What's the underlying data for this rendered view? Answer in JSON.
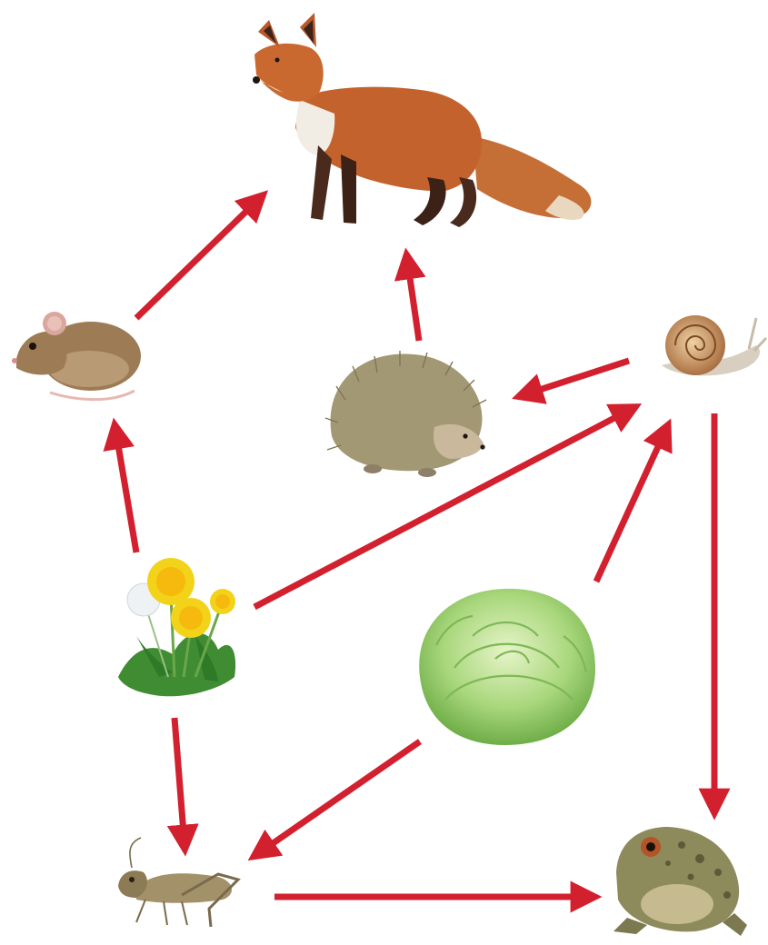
{
  "food_web": {
    "arrow_color": "#d3202f",
    "organisms": [
      {
        "id": "fox",
        "icon": "fox-illustration",
        "color": "#c0602e"
      },
      {
        "id": "mouse",
        "icon": "mouse-illustration",
        "color": "#9a7a52"
      },
      {
        "id": "hedgehog",
        "icon": "hedgehog-illustration",
        "color": "#a59a78"
      },
      {
        "id": "snail",
        "icon": "snail-illustration",
        "color": "#b07a48"
      },
      {
        "id": "dandelion",
        "icon": "dandelion-illustration",
        "color": "#f2d21a"
      },
      {
        "id": "lettuce",
        "icon": "lettuce-illustration",
        "color": "#9ccf6a"
      },
      {
        "id": "grasshopper",
        "icon": "grasshopper-illustration",
        "color": "#8f8060"
      },
      {
        "id": "toad",
        "icon": "toad-illustration",
        "color": "#8d8a5c"
      }
    ],
    "links": [
      {
        "from": "mouse",
        "to": "fox"
      },
      {
        "from": "hedgehog",
        "to": "fox"
      },
      {
        "from": "snail",
        "to": "hedgehog"
      },
      {
        "from": "dandelion",
        "to": "mouse"
      },
      {
        "from": "dandelion",
        "to": "snail"
      },
      {
        "from": "lettuce",
        "to": "snail"
      },
      {
        "from": "snail",
        "to": "toad"
      },
      {
        "from": "dandelion",
        "to": "grasshopper"
      },
      {
        "from": "lettuce",
        "to": "grasshopper"
      },
      {
        "from": "grasshopper",
        "to": "toad"
      }
    ]
  }
}
